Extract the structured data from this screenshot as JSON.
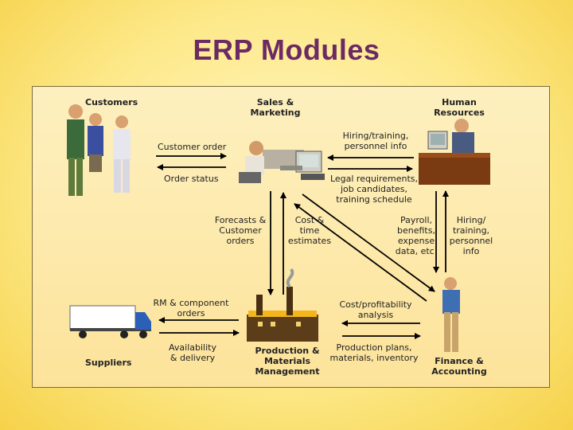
{
  "title": "ERP Modules",
  "nodes": {
    "customers": "Customers",
    "sales_marketing": [
      "Sales &",
      "Marketing"
    ],
    "human_resources": [
      "Human",
      "Resources"
    ],
    "suppliers": "Suppliers",
    "production": [
      "Production &",
      "Materials",
      "Management"
    ],
    "finance": [
      "Finance &",
      "Accounting"
    ]
  },
  "flows": {
    "customer_order": "Customer order",
    "order_status": "Order status",
    "hiring_training_personnel": [
      "Hiring/training,",
      "personnel info"
    ],
    "legal_requirements": [
      "Legal requirements,",
      "job candidates,",
      "training schedule"
    ],
    "forecasts_orders": [
      "Forecasts &",
      "Customer",
      "orders"
    ],
    "cost_time": [
      "Cost &",
      "time",
      "estimates"
    ],
    "payroll": [
      "Payroll,",
      "benefits,",
      "expense",
      "data, etc."
    ],
    "hiring_training_hr_fin": [
      "Hiring/",
      "training,",
      "personnel",
      "info"
    ],
    "rm_component_orders": [
      "RM & component",
      "orders"
    ],
    "cost_profitability": [
      "Cost/profitability",
      "analysis"
    ],
    "availability_delivery": [
      "Availability",
      "& delivery"
    ],
    "production_plans": [
      "Production plans,",
      "materials, inventory"
    ]
  },
  "colors": {
    "title": "#6b2a63",
    "panel": "#fde9a8",
    "background": "#f6d24a"
  }
}
